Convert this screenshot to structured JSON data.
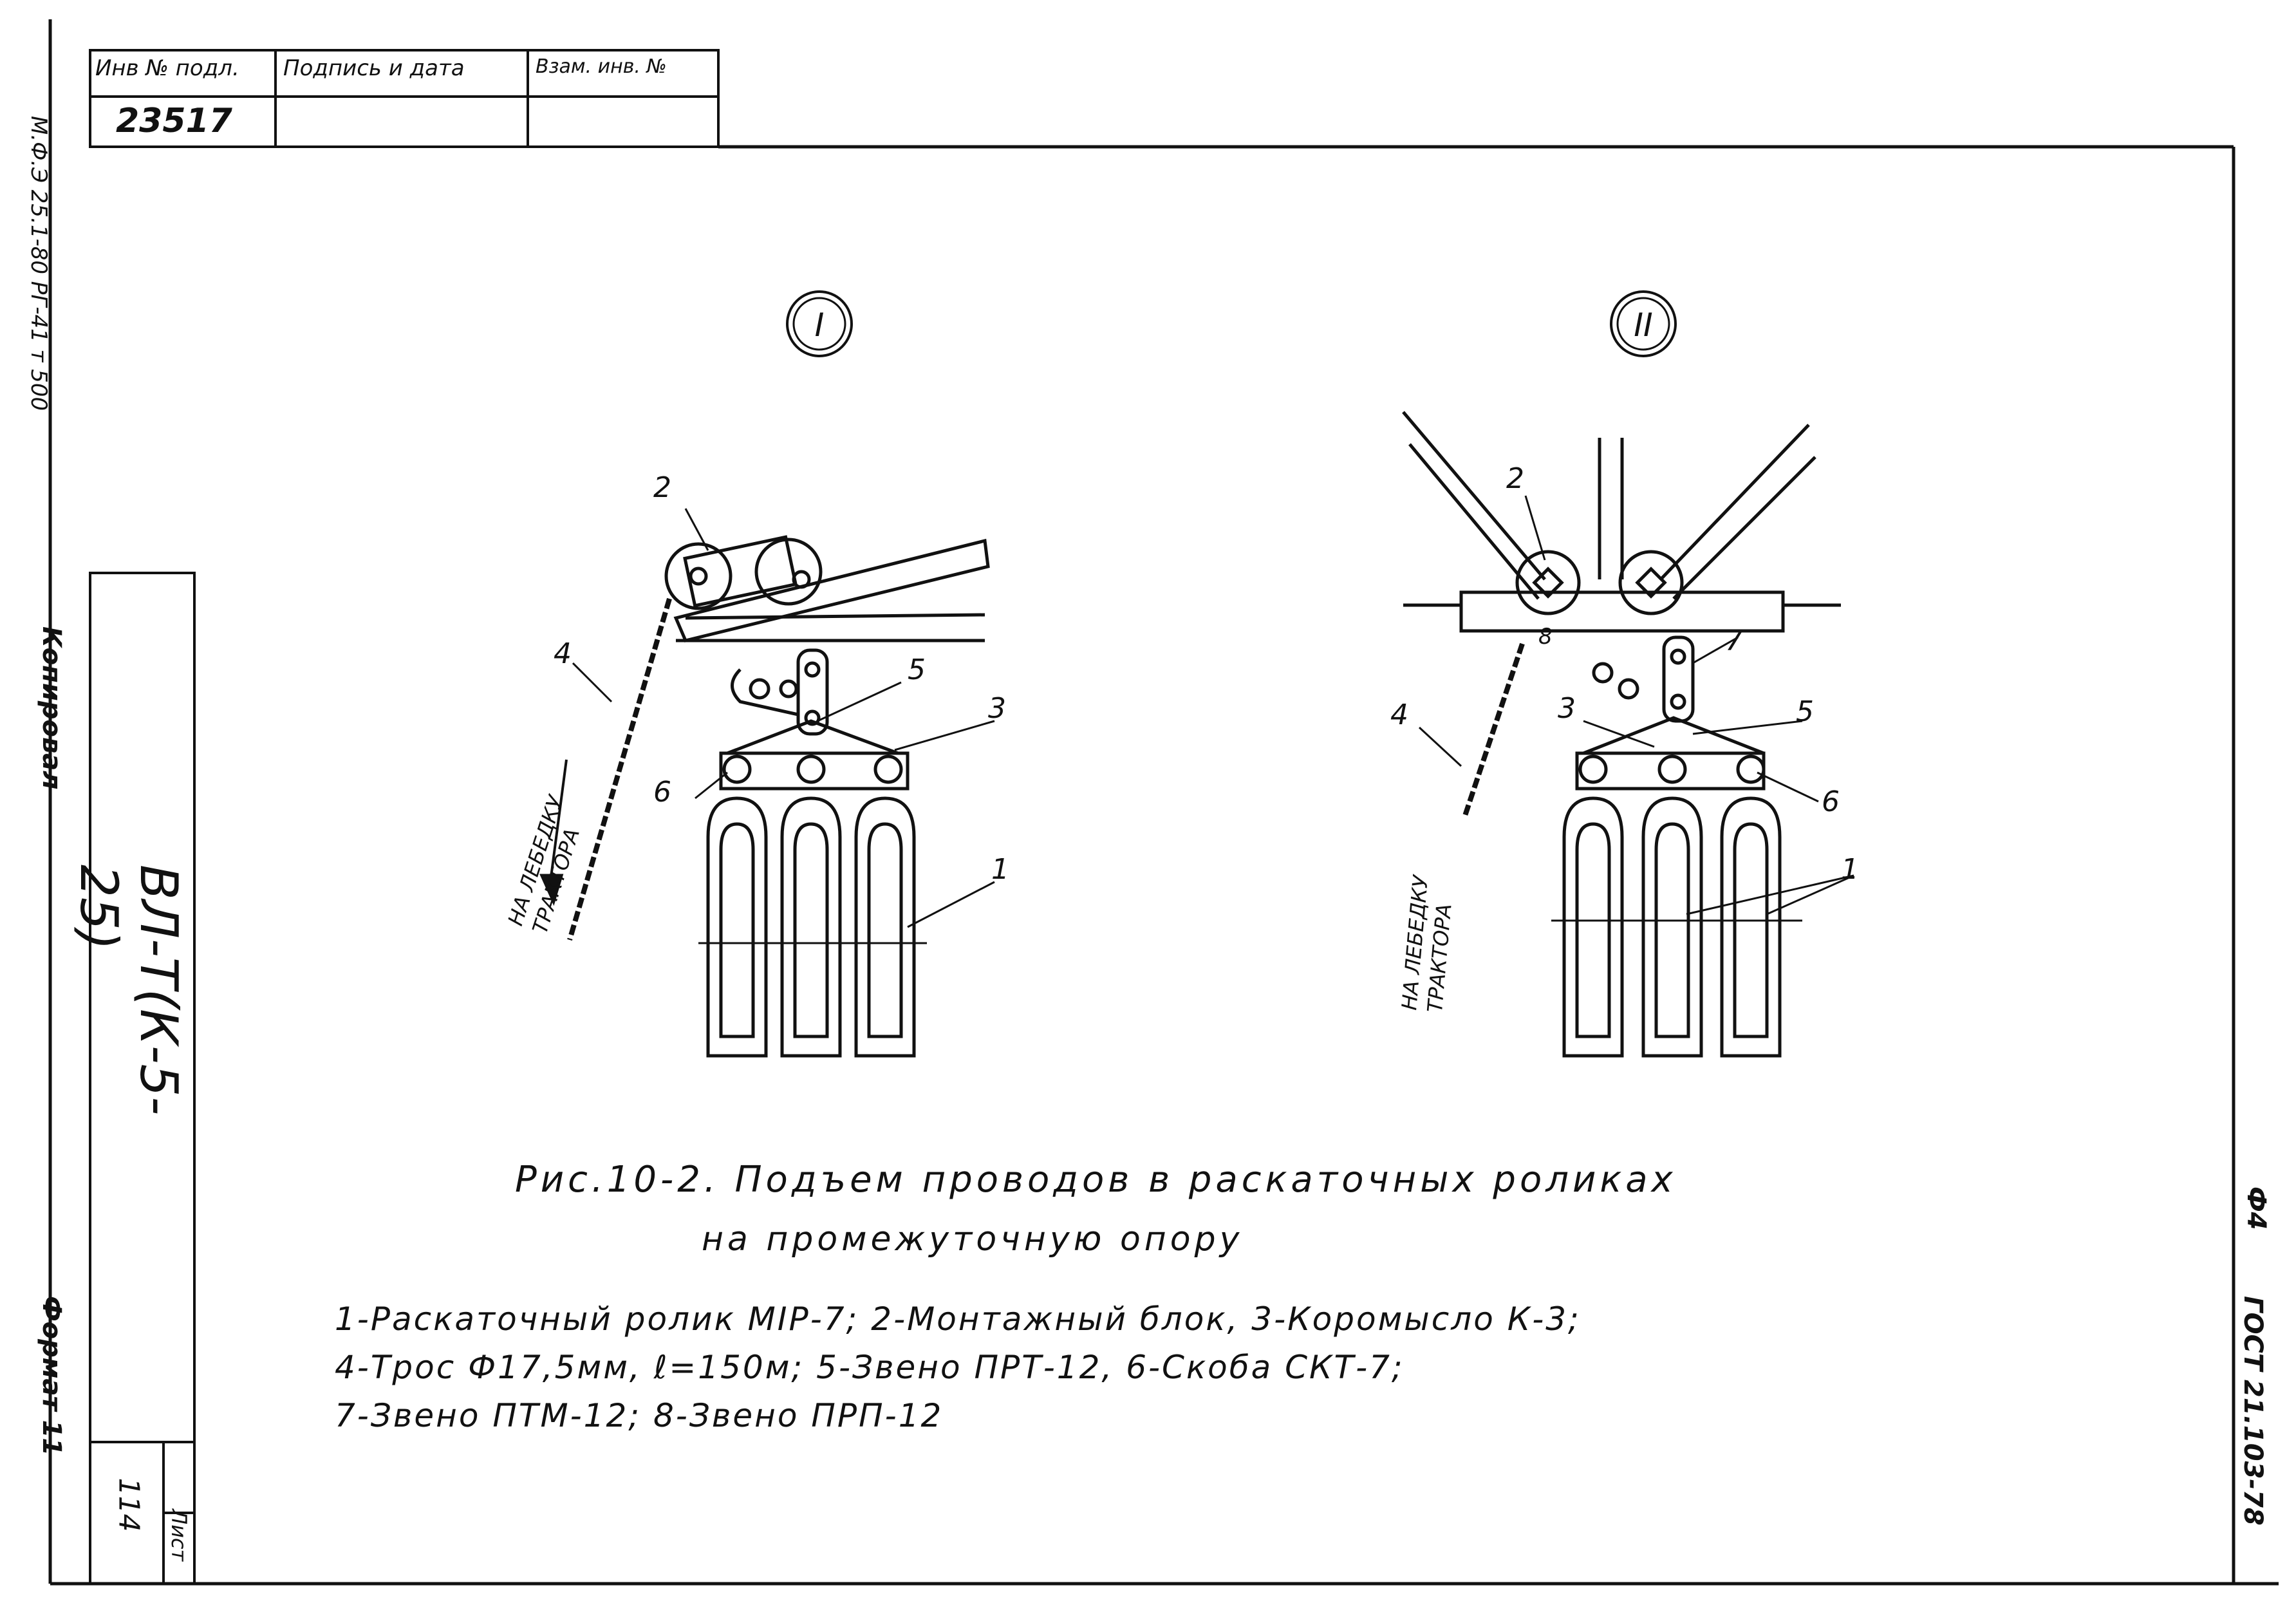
{
  "stamp": {
    "col1_header": "Инв № подл.",
    "col2_header": "Подпись и дата",
    "col3_header": "Взам. инв. №",
    "inv_number": "23517"
  },
  "left_margin": {
    "vertical_code": "М.Ф.Э 25.1-80 РГ-41 т 500",
    "copy_label": "Копировал",
    "format_label": "Формат 11",
    "doc_code": "ВЛ-Т(К-5-25)",
    "sheet_label": "Лист",
    "sheet_number": "114"
  },
  "right_margin": {
    "code_top": "Ф4",
    "gost": "ГОСТ 21.103-78"
  },
  "figure": {
    "variant_1": "I",
    "variant_2": "II",
    "winch_text_line1": "НА ЛЕБЕДКУ",
    "winch_text_line2": "ТРАКТОРА",
    "left_labels": {
      "n1": "1",
      "n2": "2",
      "n3": "3",
      "n4": "4",
      "n5": "5",
      "n6": "6"
    },
    "right_labels": {
      "n1": "1",
      "n2": "2",
      "n3": "3",
      "n4": "4",
      "n5": "5",
      "n6": "6",
      "n7": "7",
      "n8": "8"
    }
  },
  "caption": {
    "line1": "Рис.10-2. Подъем проводов в раскаточных роликах",
    "line2": "на промежуточную опору"
  },
  "legend": {
    "line1": "1-Раскаточный ролик МІР-7; 2-Монтажный блок, 3-Коромысло К-3;",
    "line2": "4-Трос Ф17,5мм, ℓ=150м; 5-Звено ПРТ-12, 6-Скоба СКТ-7;",
    "line3": "7-Звено ПТМ-12; 8-Звено ПРП-12"
  }
}
